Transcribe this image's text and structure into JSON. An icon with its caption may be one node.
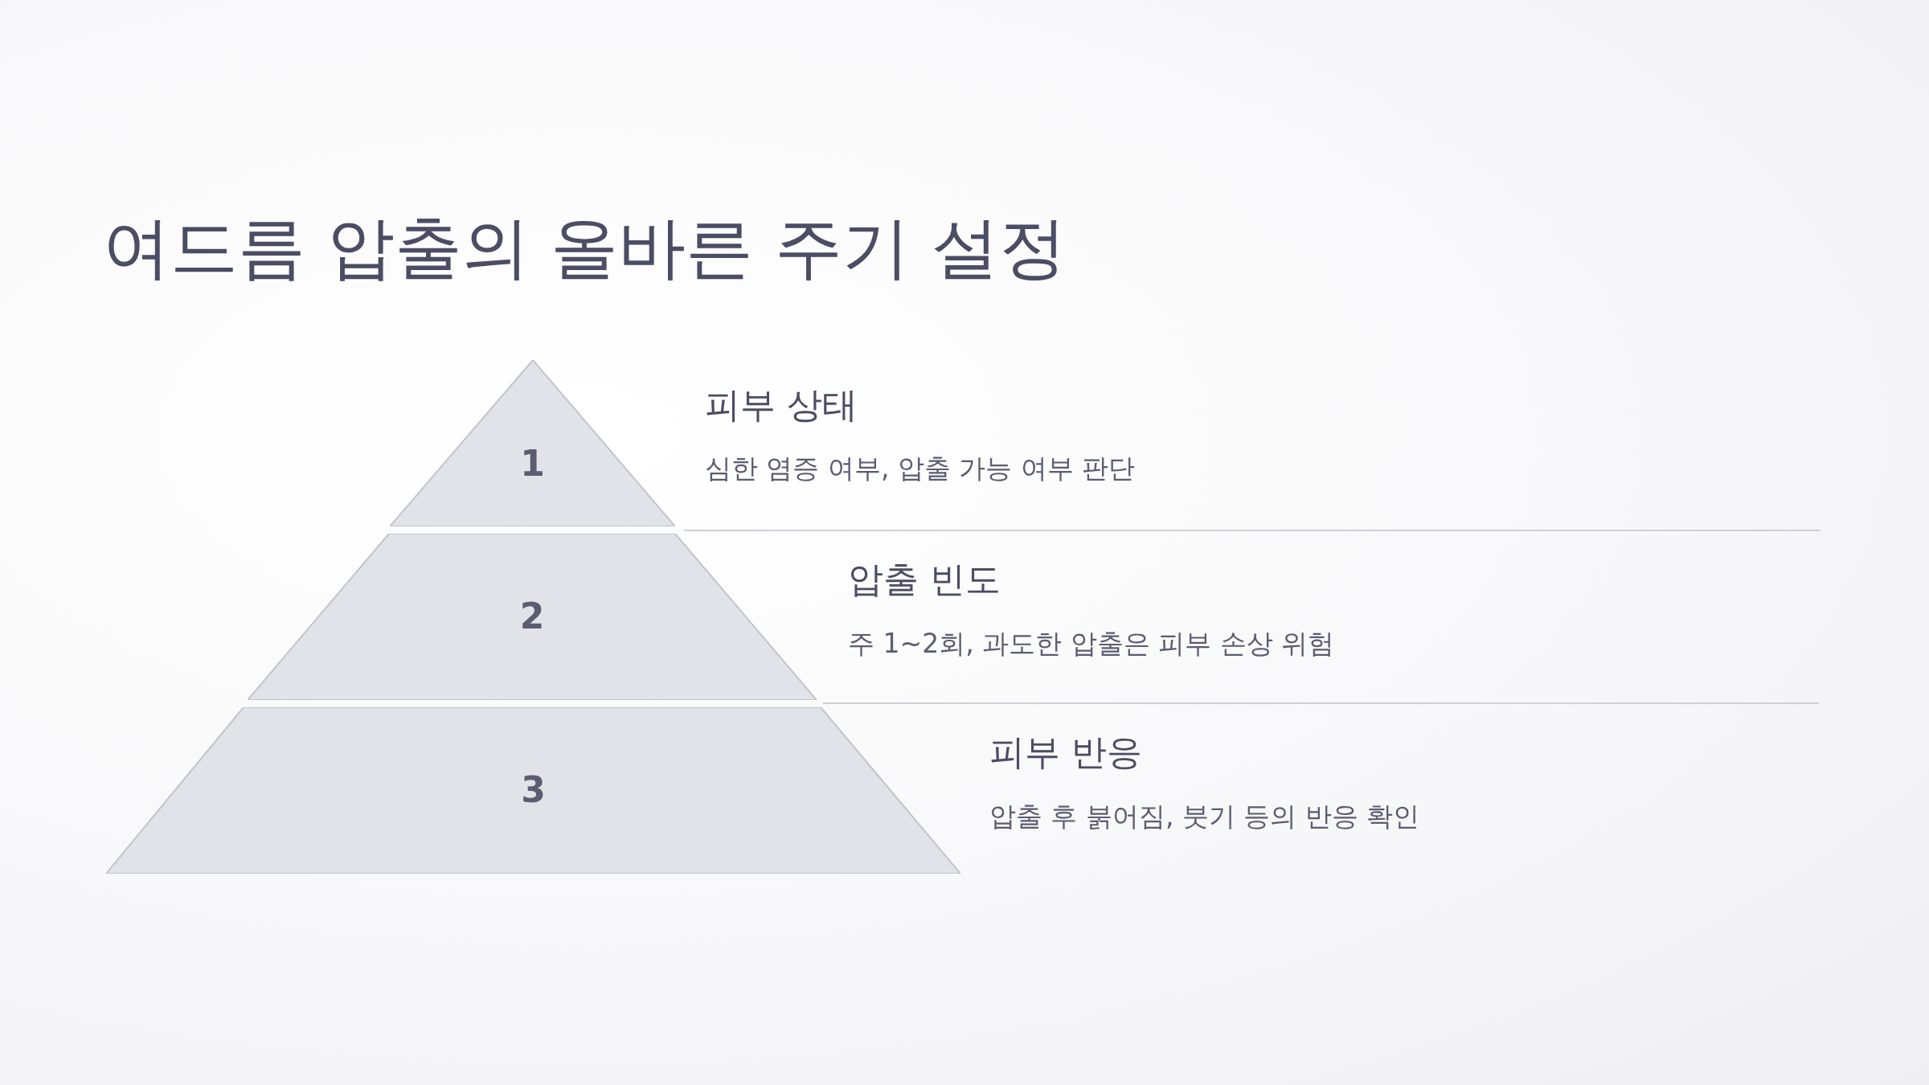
{
  "diagram": {
    "title": "여드름 압출의 올바른 주기 설정",
    "nodes": [
      {
        "text": [
          "1"
        ],
        "beside": [
          "피부 상태",
          "심한 염증 여부, 압출 가능 여부 판단"
        ]
      },
      {
        "text": [
          "2"
        ],
        "beside": [
          "압출 빈도",
          "주 1~2회, 과도한 압출은 피부 손상 위험"
        ]
      },
      {
        "text": [
          "3"
        ],
        "beside": [
          "피부 반응",
          "압출 후 붉어짐, 붓기 등의 반응 확인"
        ]
      }
    ]
  }
}
